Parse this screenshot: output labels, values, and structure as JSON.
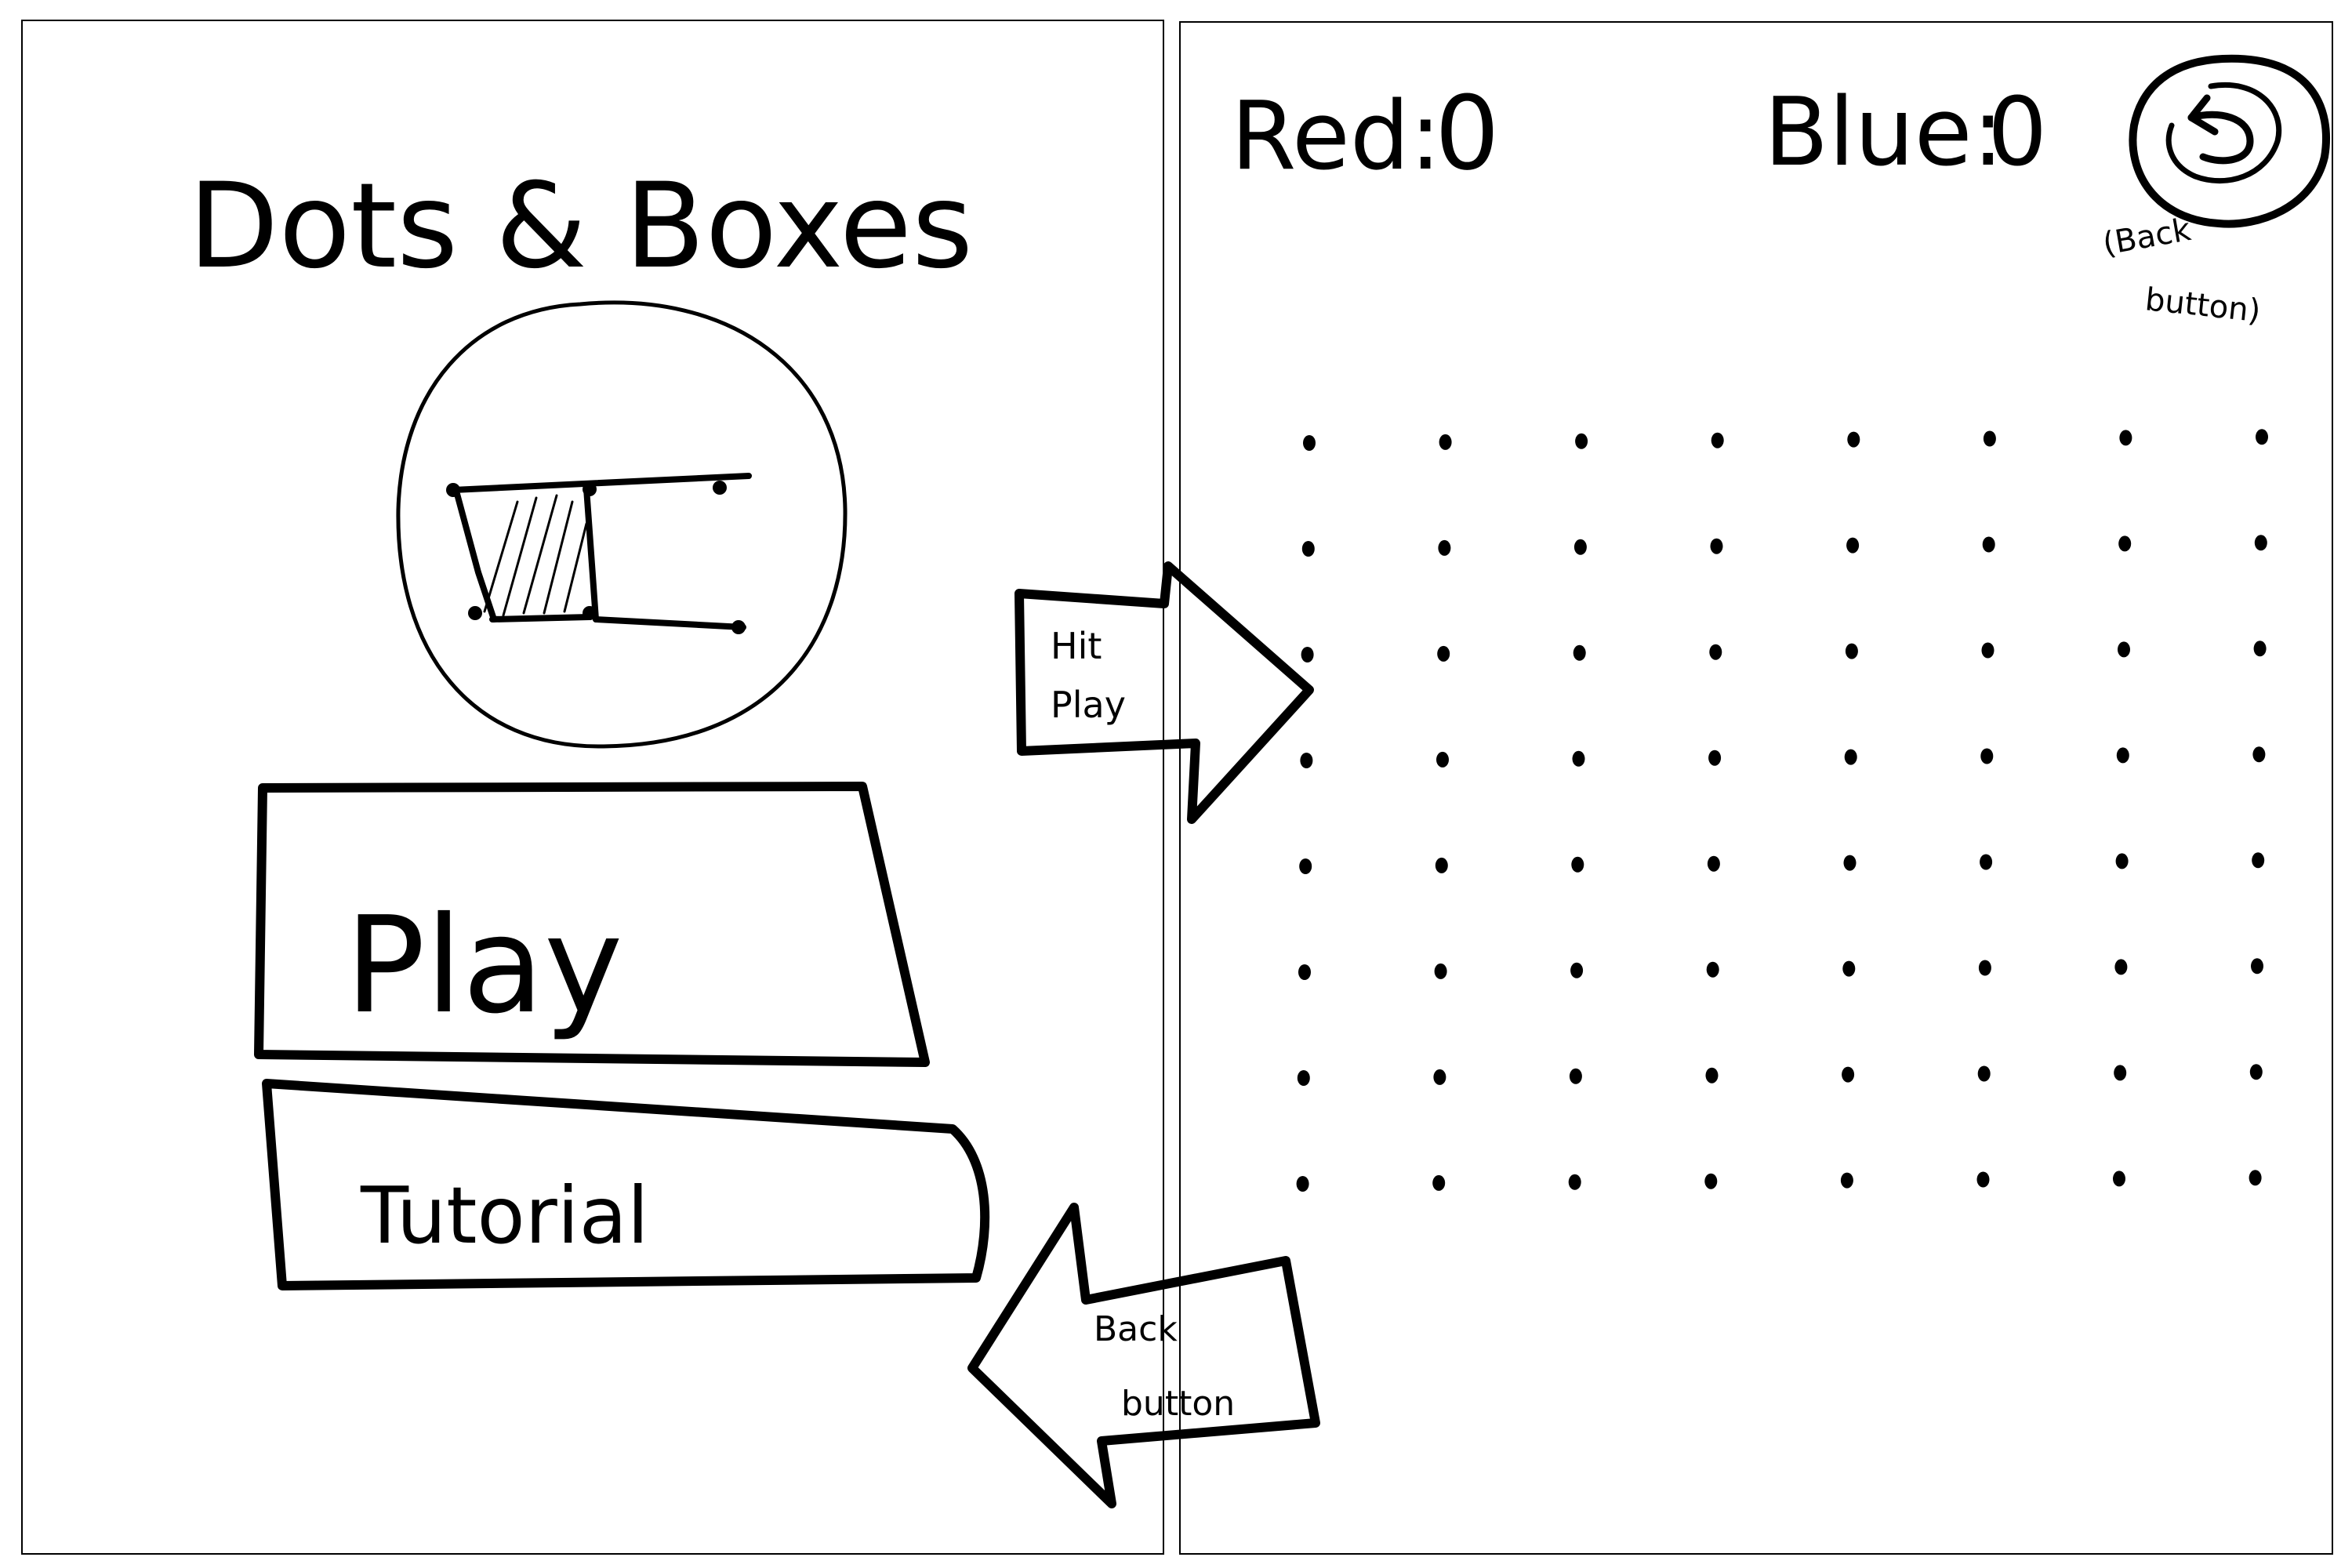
{
  "menu_screen": {
    "title": "Dots & Boxes",
    "play_label": "Play",
    "tutorial_label": "Tutorial",
    "logo_icon": "dots-and-boxes-logo"
  },
  "annotations": {
    "hit_play_line1": "Hit",
    "hit_play_line2": "Play",
    "back_line1": "Back",
    "back_line2": "button"
  },
  "game_screen": {
    "red_label": "Red:",
    "red_score": "0",
    "blue_label": "Blue:",
    "blue_score": "0",
    "back_icon": "undo-arrow-icon",
    "back_note_line1": "(Back",
    "back_note_line2": "button)",
    "grid": {
      "rows": 8,
      "cols": 8
    }
  },
  "colors": {
    "red": "#ee2200",
    "blue": "#1010dd",
    "ink": "#000000"
  }
}
